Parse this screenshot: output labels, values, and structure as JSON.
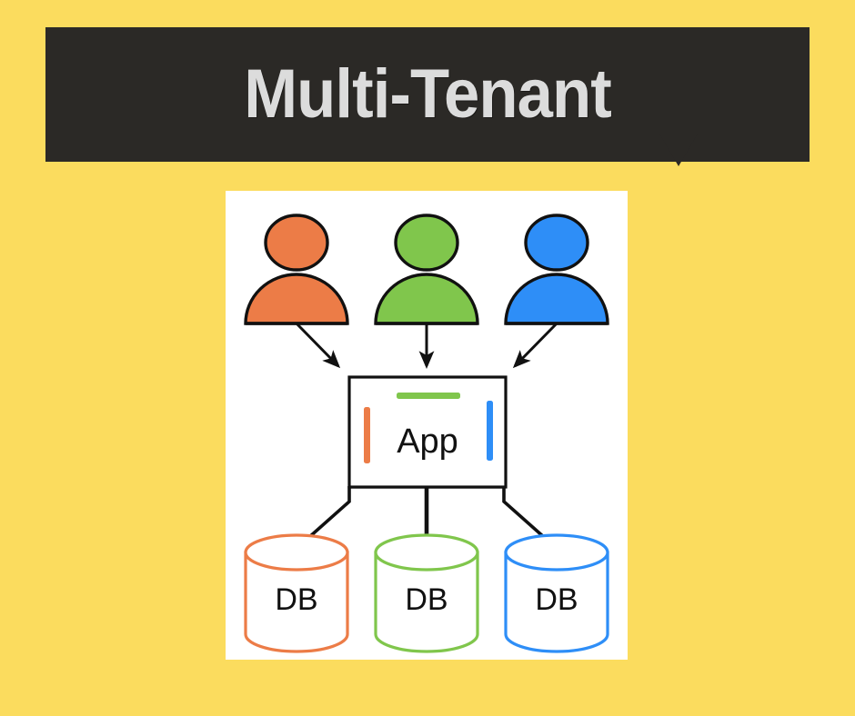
{
  "page": {
    "background_color": "#FBDC5E",
    "panel_background_color": "#FFFFFF"
  },
  "banner": {
    "title": "Multi-Tenant",
    "background_color": "#2B2926",
    "text_color": "#DCDCDC",
    "tail": "speech-bubble-tail"
  },
  "diagram": {
    "type": "architecture-diagram",
    "tenant_colors": {
      "orange": "#EC7C47",
      "green": "#80C64C",
      "blue": "#2E8EF7"
    },
    "outline_color": "#111111",
    "users": [
      {
        "id": "user-orange",
        "label": "",
        "color": "#EC7C47",
        "icon": "user-icon"
      },
      {
        "id": "user-green",
        "label": "",
        "color": "#80C64C",
        "icon": "user-icon"
      },
      {
        "id": "user-blue",
        "label": "",
        "color": "#2E8EF7",
        "icon": "user-icon"
      }
    ],
    "app": {
      "label": "App",
      "accent_bars": [
        {
          "id": "app-bar-orange",
          "color": "#EC7C47",
          "orientation": "vertical",
          "position": "left"
        },
        {
          "id": "app-bar-green",
          "color": "#80C64C",
          "orientation": "horizontal",
          "position": "top"
        },
        {
          "id": "app-bar-blue",
          "color": "#2E8EF7",
          "orientation": "vertical",
          "position": "right"
        }
      ]
    },
    "databases": [
      {
        "id": "db-orange",
        "label": "DB",
        "color": "#EC7C47"
      },
      {
        "id": "db-green",
        "label": "DB",
        "color": "#80C64C"
      },
      {
        "id": "db-blue",
        "label": "DB",
        "color": "#2E8EF7"
      }
    ],
    "connectors": {
      "user_to_app": "arrow",
      "app_to_db": "line"
    }
  }
}
